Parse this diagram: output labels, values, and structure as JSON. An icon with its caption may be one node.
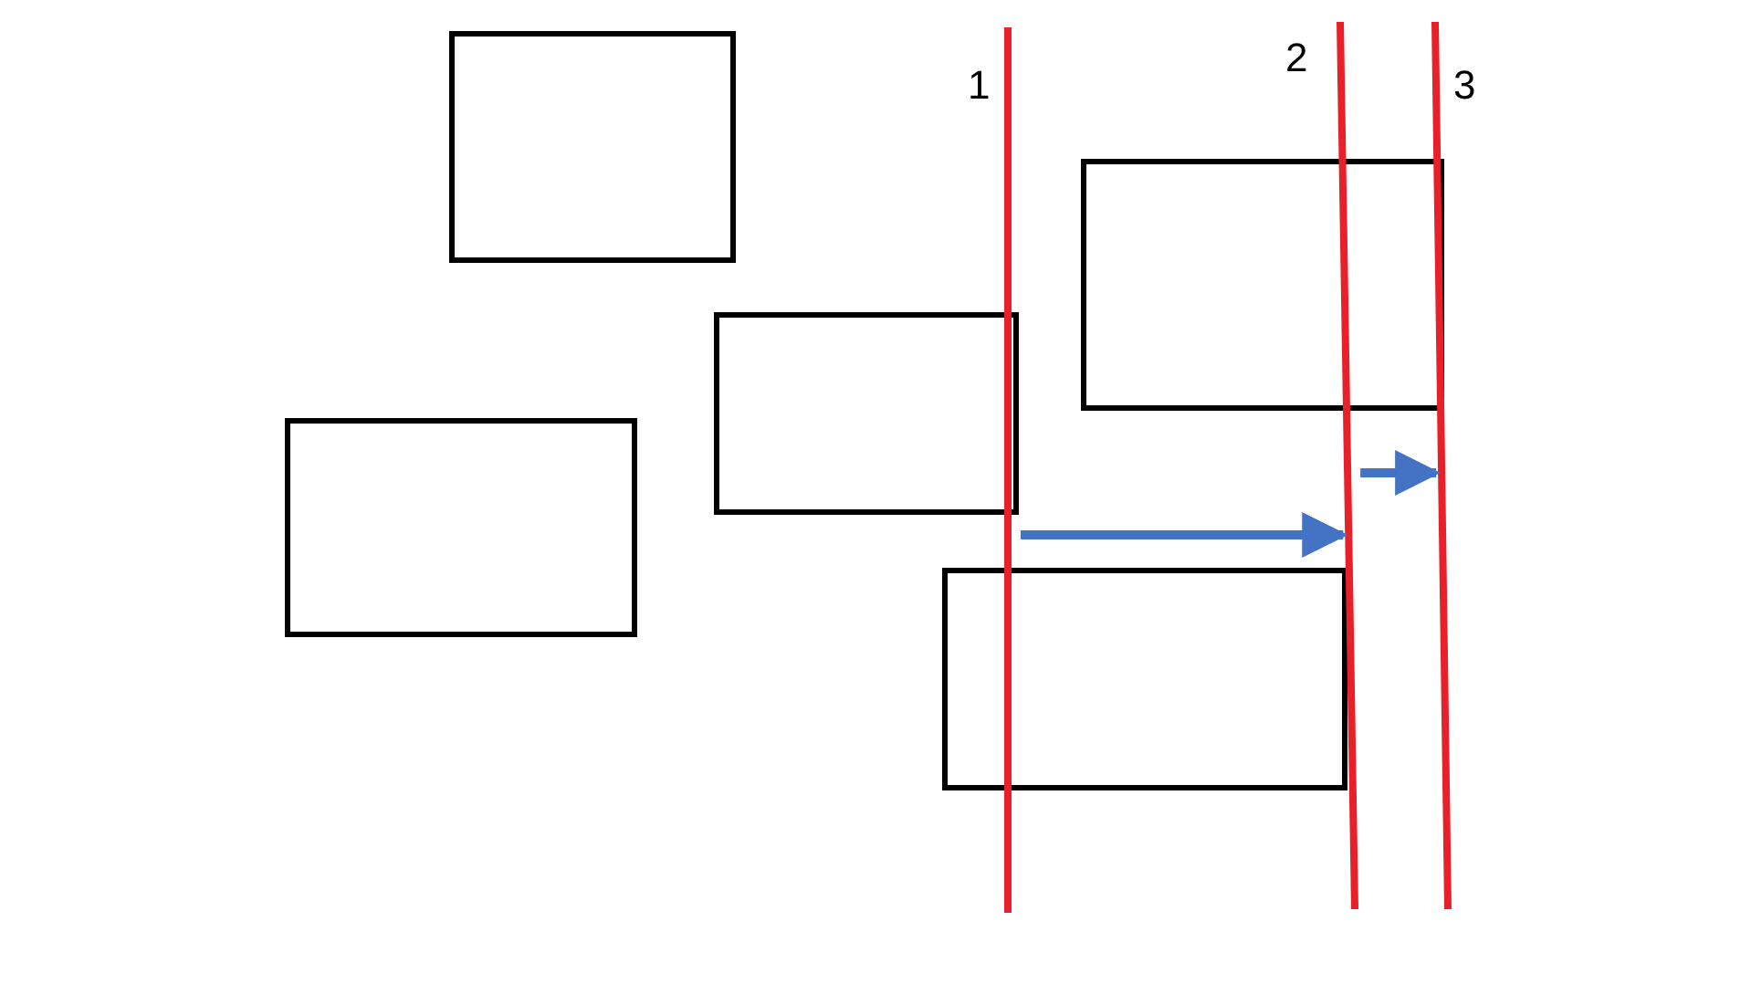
{
  "diagram": {
    "nodes": [
      {
        "text": [],
        "shape": "box"
      },
      {
        "text": [],
        "shape": "box"
      },
      {
        "text": [],
        "shape": "box"
      },
      {
        "text": [],
        "shape": "box"
      },
      {
        "text": [],
        "shape": "box"
      },
      {
        "text": [],
        "shape": "bar",
        "beside": [
          "1"
        ]
      },
      {
        "text": [],
        "shape": "bar",
        "beside": [
          "2"
        ]
      },
      {
        "text": [],
        "shape": "bar",
        "beside": [
          "3"
        ]
      }
    ],
    "edges": [
      {
        "from": 5,
        "to": 6,
        "arrow": "to"
      },
      {
        "from": 6,
        "to": 7,
        "arrow": "to"
      }
    ]
  }
}
